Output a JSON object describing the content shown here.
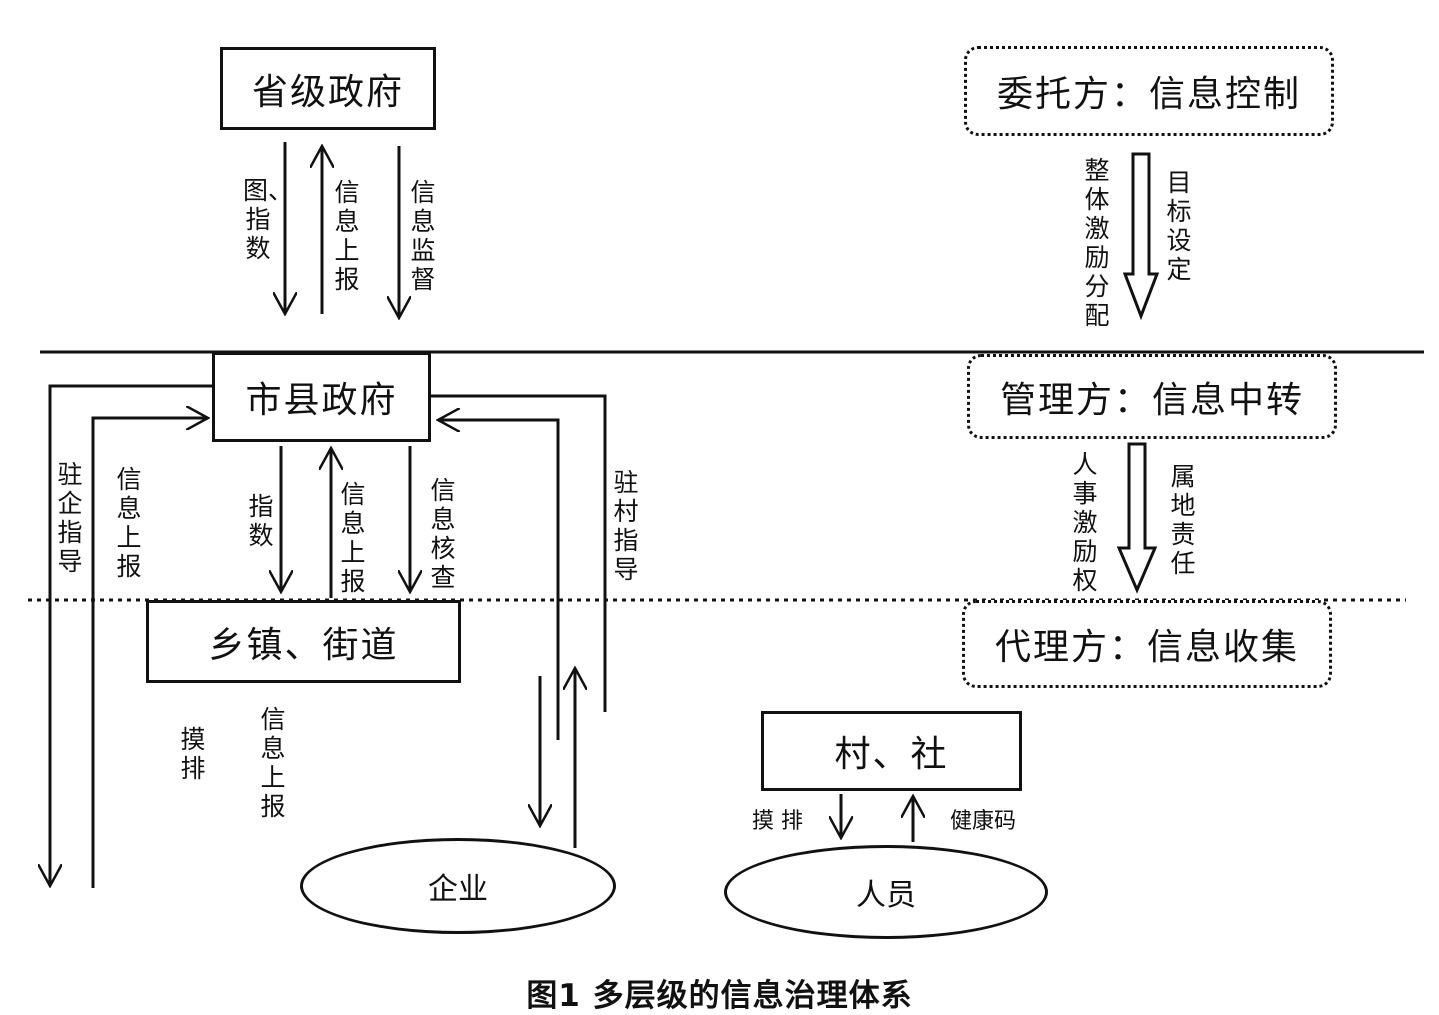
{
  "nodes": {
    "province": "省级政府",
    "city_county": "市县政府",
    "township": "乡镇、街道",
    "village": "村、社",
    "enterprise": "企业",
    "personnel": "人员",
    "principal": "委托方：信息控制",
    "manager": "管理方：信息中转",
    "agent": "代理方：信息收集"
  },
  "edges": {
    "prov_down_tu": "图、指数",
    "prov_up_report": "信息上报",
    "prov_down_supervise": "信息监督",
    "city_down_index": "指数",
    "city_up_report": "信息上报",
    "city_down_verify": "信息核查",
    "station_enterprise": "驻企指导",
    "enterprise_report": "信息上报",
    "station_village": "驻村指导",
    "township_screen": "摸排",
    "township_report": "信息上报",
    "village_screen": "摸 排",
    "village_health_code": "健康码",
    "principal_to_manager_left": "整体激励分配",
    "principal_to_manager_right": "目标设定",
    "manager_to_agent_left": "人事激励权",
    "manager_to_agent_right": "属地责任"
  },
  "caption": "图1  多层级的信息治理体系"
}
